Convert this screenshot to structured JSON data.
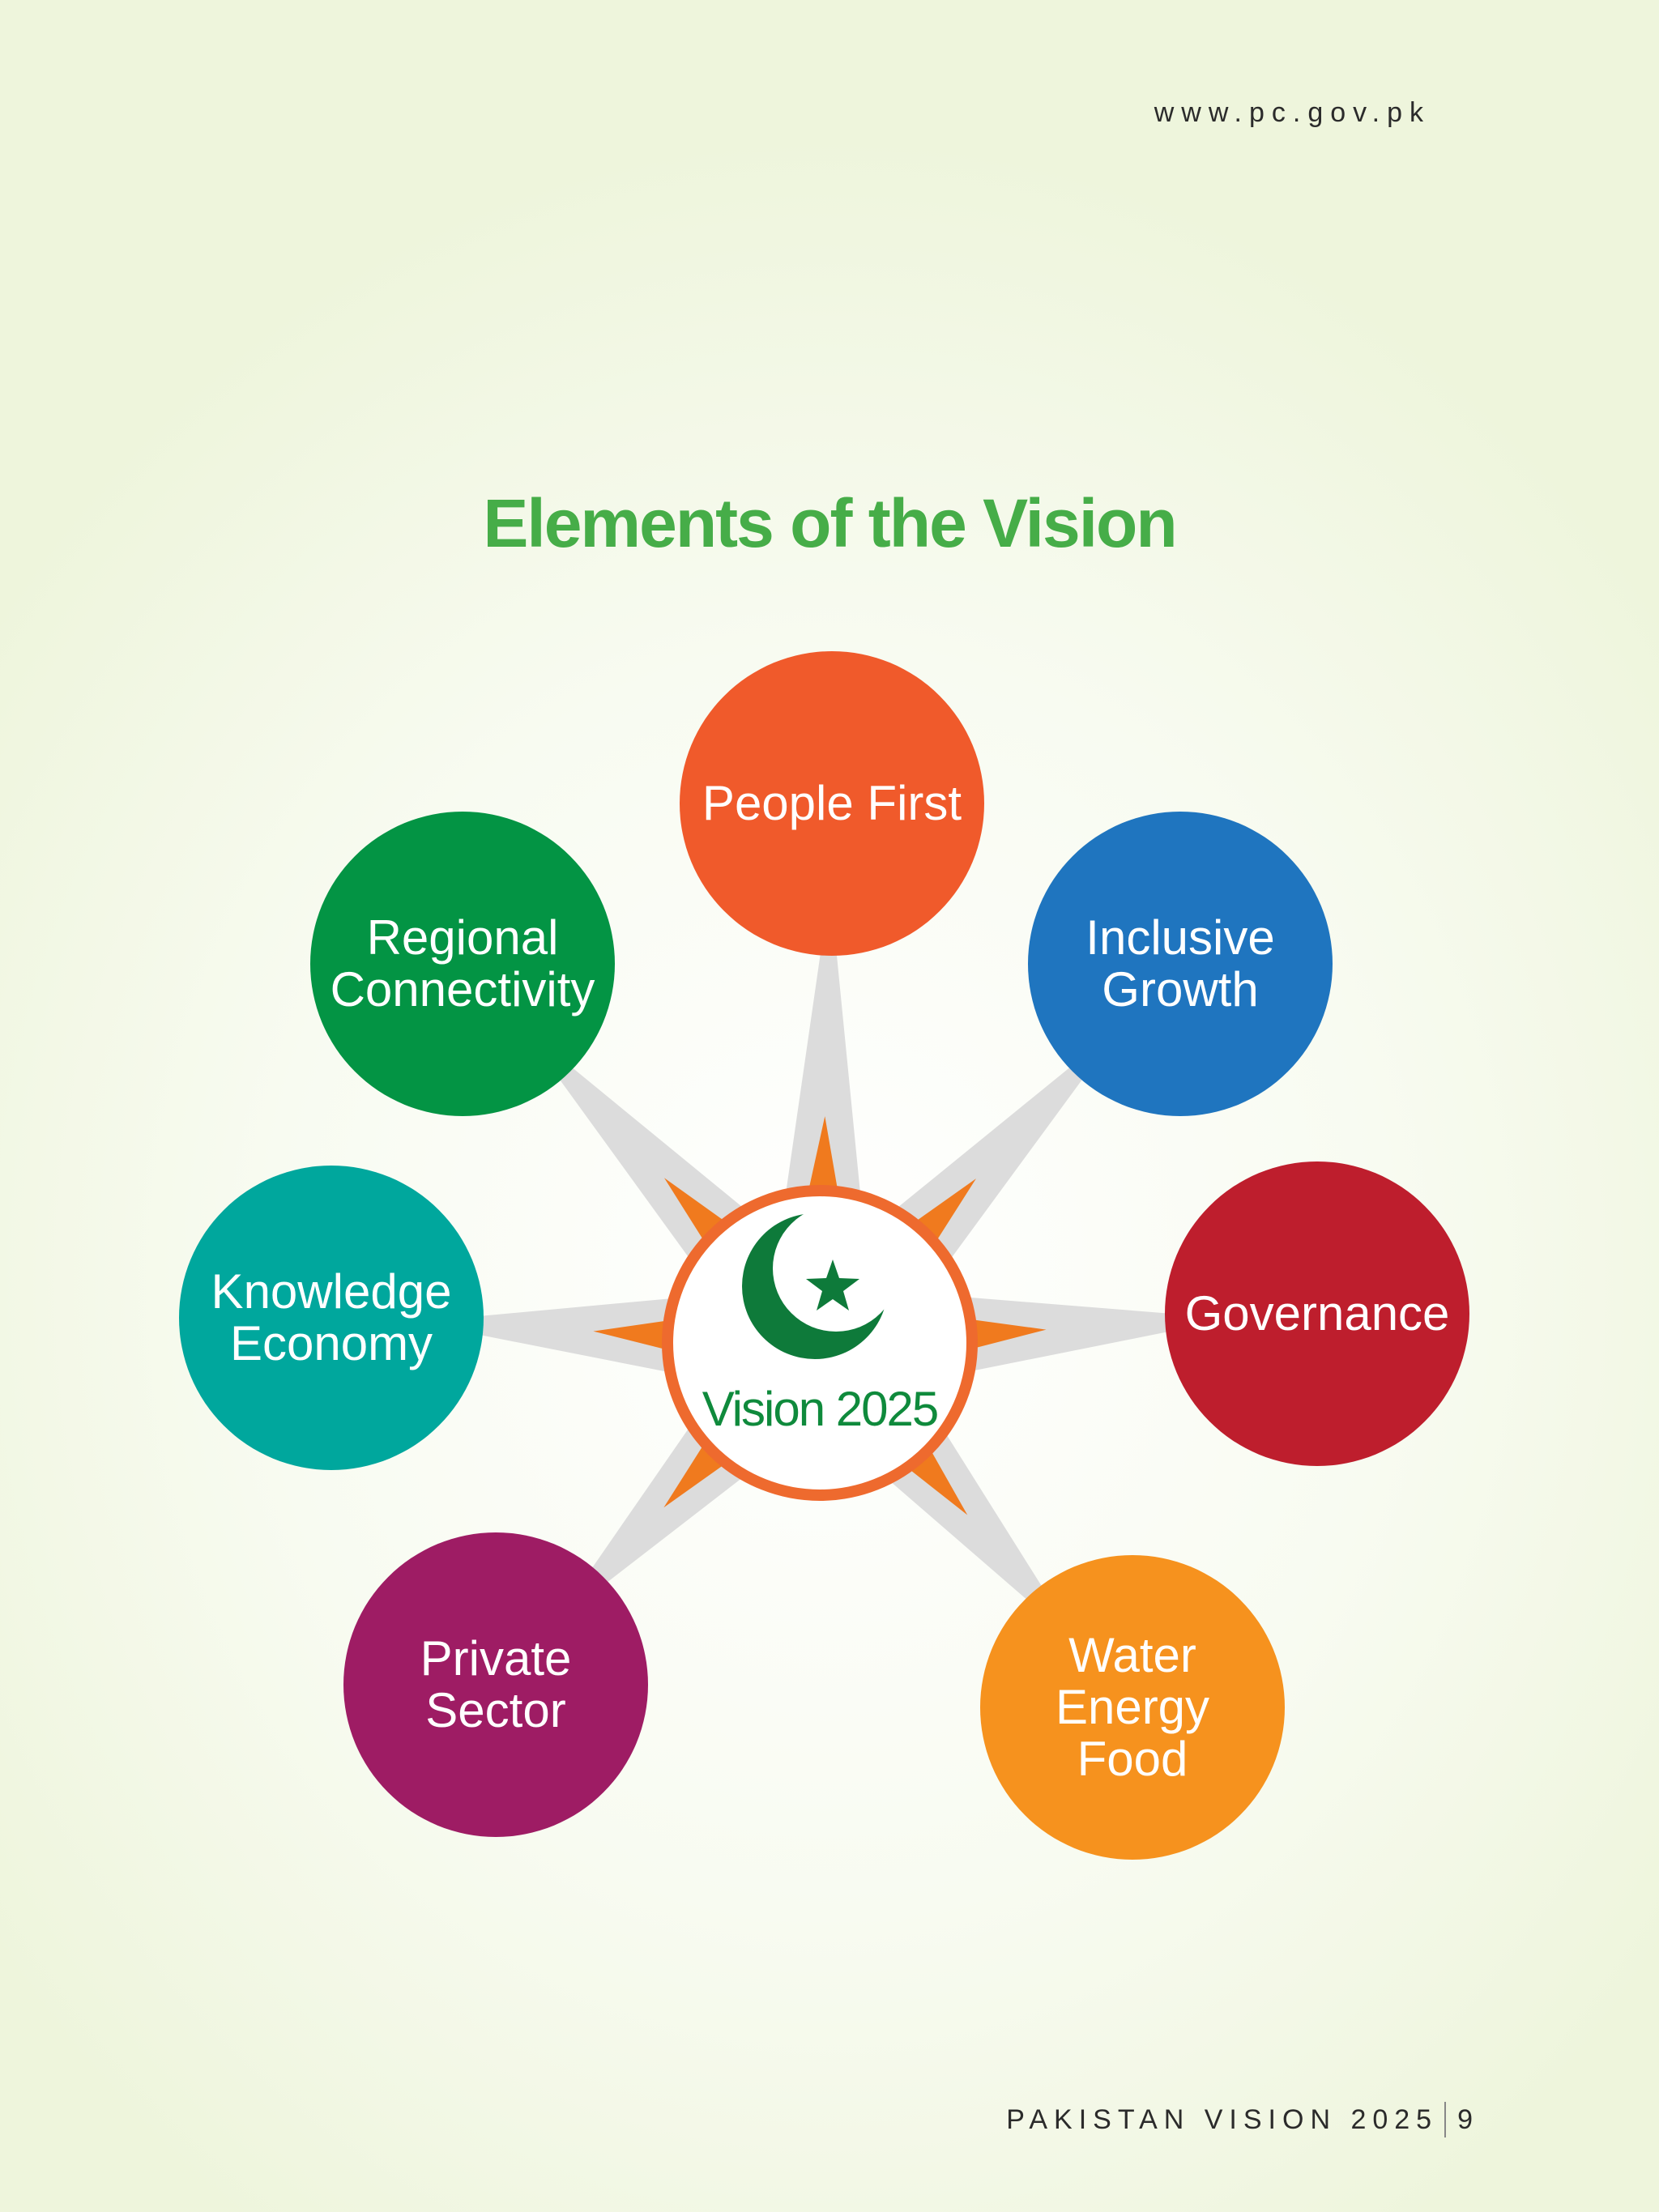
{
  "website": "www.pc.gov.pk",
  "title": "Elements of the Vision",
  "center": {
    "label": "Vision 2025",
    "icon": "crescent-star-icon",
    "ring_color": "#ee6a2e",
    "text_color": "#0f8a3c"
  },
  "elements": [
    {
      "id": "people-first",
      "lines": [
        "People First"
      ],
      "color": "#f05a2b"
    },
    {
      "id": "inclusive-growth",
      "lines": [
        "Inclusive",
        "Growth"
      ],
      "color": "#1f75bf"
    },
    {
      "id": "governance",
      "lines": [
        "Governance"
      ],
      "color": "#be1e2d"
    },
    {
      "id": "water-energy-food",
      "lines": [
        "Water",
        "Energy",
        "Food"
      ],
      "color": "#f6921e"
    },
    {
      "id": "private-sector",
      "lines": [
        "Private",
        "Sector"
      ],
      "color": "#9e1c64"
    },
    {
      "id": "knowledge-economy",
      "lines": [
        "Knowledge",
        "Economy"
      ],
      "color": "#00a79d"
    },
    {
      "id": "regional-connectivity",
      "lines": [
        "Regional",
        "Connectivity"
      ],
      "color": "#039444"
    }
  ],
  "footer": {
    "publication": "PAKISTAN VISION 2025",
    "page_number": "9"
  }
}
